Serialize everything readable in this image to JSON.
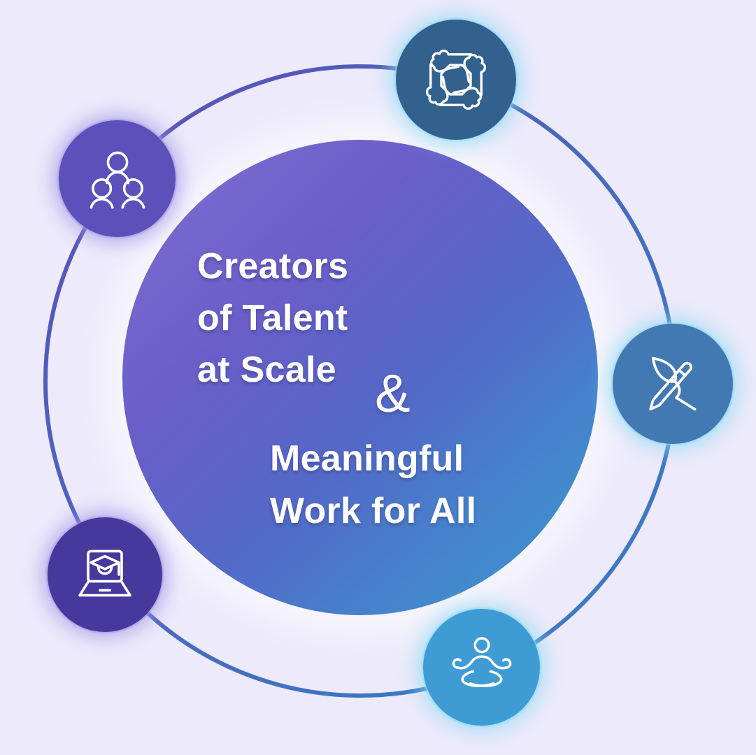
{
  "background_color": "#ECEAFB",
  "orbit": {
    "stroke_start": "#5B50B6",
    "stroke_end": "#3781C7"
  },
  "center_circle": {
    "gradient_start": "#8070D2",
    "gradient_end": "#3A97CF",
    "text_color": "#FFFFFF",
    "title_lines": [
      "Creators",
      "of Talent",
      "at Scale"
    ],
    "connector": "&",
    "subtitle_lines": [
      "Meaningful",
      "Work for All"
    ]
  },
  "satellites": [
    {
      "name": "teamwork",
      "icon": "team-hands-icon",
      "color": "#33618E",
      "glow": "#8FD9F2AA",
      "position": "top"
    },
    {
      "name": "people-group",
      "icon": "people-group-icon",
      "color": "#5C50BA",
      "glow": "#A294E6AA",
      "position": "upper-left"
    },
    {
      "name": "creative-writing",
      "icon": "pencil-leaf-icon",
      "color": "#4379B2",
      "glow": "#8FD9F2AA",
      "position": "right"
    },
    {
      "name": "e-learning",
      "icon": "laptop-graduation-icon",
      "color": "#46399B",
      "glow": "#A294E6AA",
      "position": "lower-left"
    },
    {
      "name": "wellbeing",
      "icon": "meditation-icon",
      "color": "#3F9BD4",
      "glow": "#8FD9F2AA",
      "position": "bottom"
    }
  ]
}
